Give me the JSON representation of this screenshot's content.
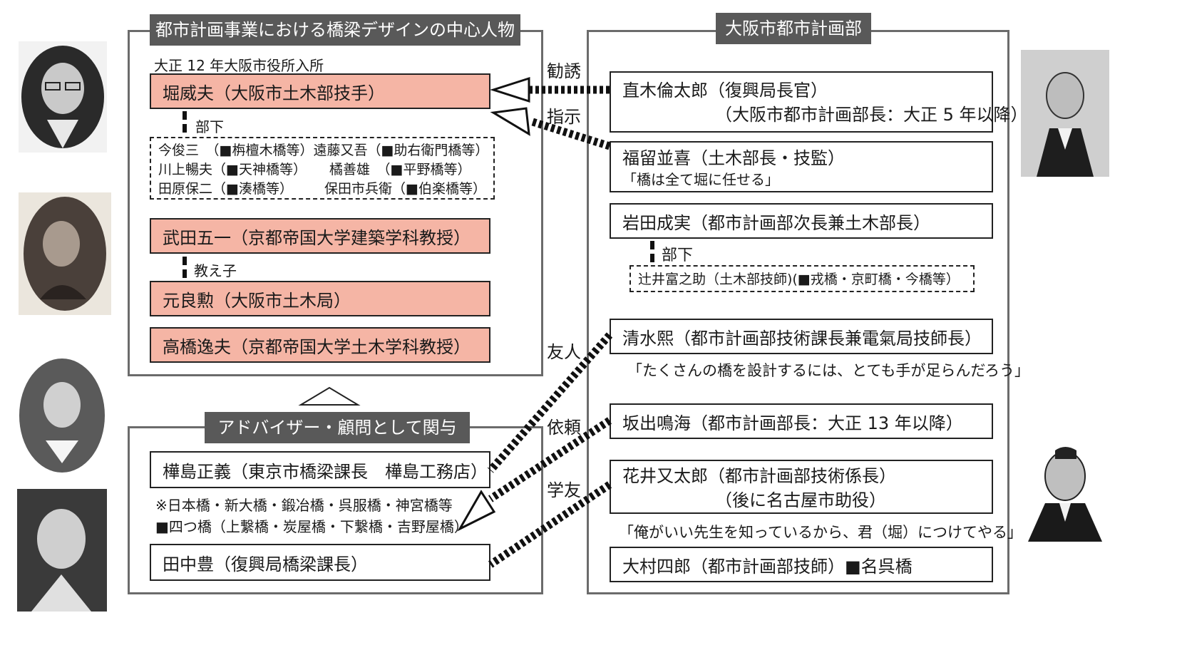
{
  "left_group": {
    "header": "都市計画事業における橋梁デザインの中心人物",
    "entry_note": "大正 12 年大阪市役所入所",
    "hori": "堀威夫（大阪市土木部技手）",
    "subordinate_label": "部下",
    "subordinates": [
      [
        "今俊三　（■栴檀木橋等）",
        "遠藤又吾（■助右衛門橋等）"
      ],
      [
        "川上暢夫（■天神橋等）",
        "橘善雄　（■平野橋等）"
      ],
      [
        "田原保二（■湊橋等）",
        "保田市兵衛（■伯楽橋等）"
      ]
    ],
    "takeda": "武田五一（京都帝国大学建築学科教授）",
    "student_label": "教え子",
    "moto": "元良勲（大阪市土木局）",
    "takahashi": "高橋逸夫（京都帝国大学土木学科教授）"
  },
  "advisor_group": {
    "header": "アドバイザー・顧問として関与",
    "kabashima": "樺島正義（東京市橋梁課長　樺島工務店）",
    "note1": "※日本橋・新大橋・鍛冶橋・呉服橋・神宮橋等",
    "note2": "■四つ橋（上繋橋・炭屋橋・下繋橋・吉野屋橋）",
    "tanaka": "田中豊（復興局橋梁課長）"
  },
  "right_group": {
    "header": "大阪市都市計画部",
    "naoki_1": "直木倫太郎（復興局長官）",
    "naoki_2": "（大阪市都市計画部長：大正 5 年以降）",
    "fukudome": "福留並喜（土木部長・技監）",
    "fukudome_quote": "「橋は全て堀に任せる」",
    "iwata": "岩田成実（都市計画部次長兼土木部長）",
    "subordinate_label": "部下",
    "tsujii": "辻井富之助（土木部技師)(■戎橋・京町橋・今橋等）",
    "shimizu": "清水熙（都市計画部技術課長兼電氣局技師長）",
    "shimizu_quote": "「たくさんの橋を設計するには、とても手が足らんだろう」",
    "sakade": "坂出鳴海（都市計画部長：大正 13 年以降）",
    "hanai_1": "花井又太郎（都市計画部技術係長）",
    "hanai_2": "（後に名古屋市助役）",
    "hanai_quote": "「俺がいい先生を知っているから、君（堀）につけてやる」",
    "omura": "大村四郎（都市計画部技師）■名呉橋"
  },
  "relations": {
    "recruit": "勧誘",
    "instruct": "指示",
    "friend": "友人",
    "request": "依頼",
    "classmate": "学友"
  },
  "colors": {
    "header_bg": "#595959",
    "pink_box": "#f5b5a5",
    "frame": "#6b6b6b"
  }
}
